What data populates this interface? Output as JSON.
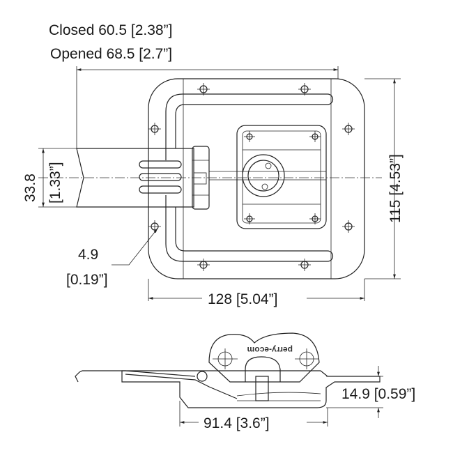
{
  "title": "Latch technical drawing",
  "dimensions": {
    "closed": "Closed 60.5 [2.38”]",
    "opened": "Opened 68.5 [2.7”]",
    "height_mm": "115 [4.53”]",
    "handle_mm": "33.8",
    "handle_in": "[1.33”]",
    "hole_mm": "4.9",
    "hole_in": "[0.19”]",
    "width": "128 [5.04”]",
    "depth": "14.9 [0.59”]",
    "side_width": "91.4 [3.6”]"
  },
  "logo_text": "perry-ecom"
}
